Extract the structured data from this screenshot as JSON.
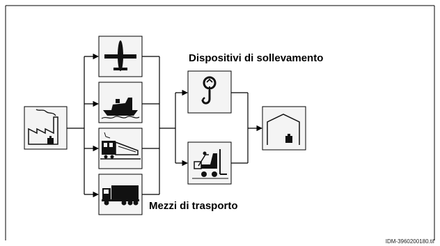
{
  "labels": {
    "lifting_devices": "Dispositivi di sollevamento",
    "transport_means": "Mezzi di trasporto",
    "image_code": "IDM-3960200180.tif"
  },
  "nodes": {
    "factory": {
      "icon": "factory-icon"
    },
    "airplane": {
      "icon": "airplane-icon"
    },
    "ship": {
      "icon": "ship-icon"
    },
    "train": {
      "icon": "train-icon"
    },
    "truck": {
      "icon": "truck-icon"
    },
    "crane_hook": {
      "icon": "crane-hook-icon"
    },
    "forklift": {
      "icon": "forklift-icon"
    },
    "warehouse": {
      "icon": "warehouse-icon"
    }
  },
  "colors": {
    "line": "#000000",
    "box_fill": "#f4f4f4",
    "icon": "#111111"
  }
}
